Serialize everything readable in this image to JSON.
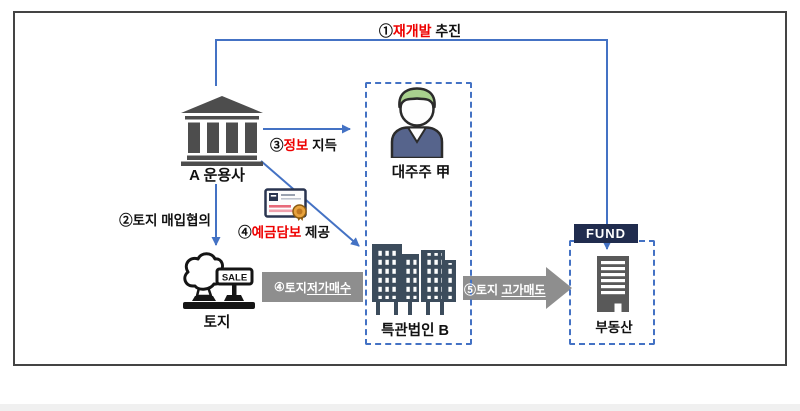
{
  "nodes": {
    "manager": {
      "label": "A 운용사"
    },
    "shareholder": {
      "label": "대주주 甲"
    },
    "spc": {
      "label": "특관법인 B"
    },
    "land": {
      "label": "토지",
      "sign_text": "SALE"
    },
    "fund_tag": {
      "label": "FUND"
    },
    "real_estate": {
      "label": "부동산"
    }
  },
  "edges": {
    "redevelop": {
      "num": "①",
      "red": "재개발",
      "black": " 추진"
    },
    "purchase_consult": {
      "num": "②",
      "black": "토지 매입협의"
    },
    "info": {
      "num": "③",
      "red": "정보",
      "black": " 지득"
    },
    "collateral": {
      "num": "④",
      "red": "예금담보",
      "black": " 제공"
    },
    "low_buy": {
      "num": "④",
      "pre": "토지 ",
      "underlined": "저가매수"
    },
    "high_sell": {
      "num": "⑤",
      "pre": "토지 ",
      "underlined": "고가매도"
    }
  },
  "colors": {
    "arrow_blue": "#4472c4",
    "accent_red": "#ee0000",
    "gray_arrow": "#8e8e8e",
    "fund_navy": "#202c4e",
    "icon_gray": "#4d4d4d",
    "building_slate": "#3c4c5c"
  }
}
